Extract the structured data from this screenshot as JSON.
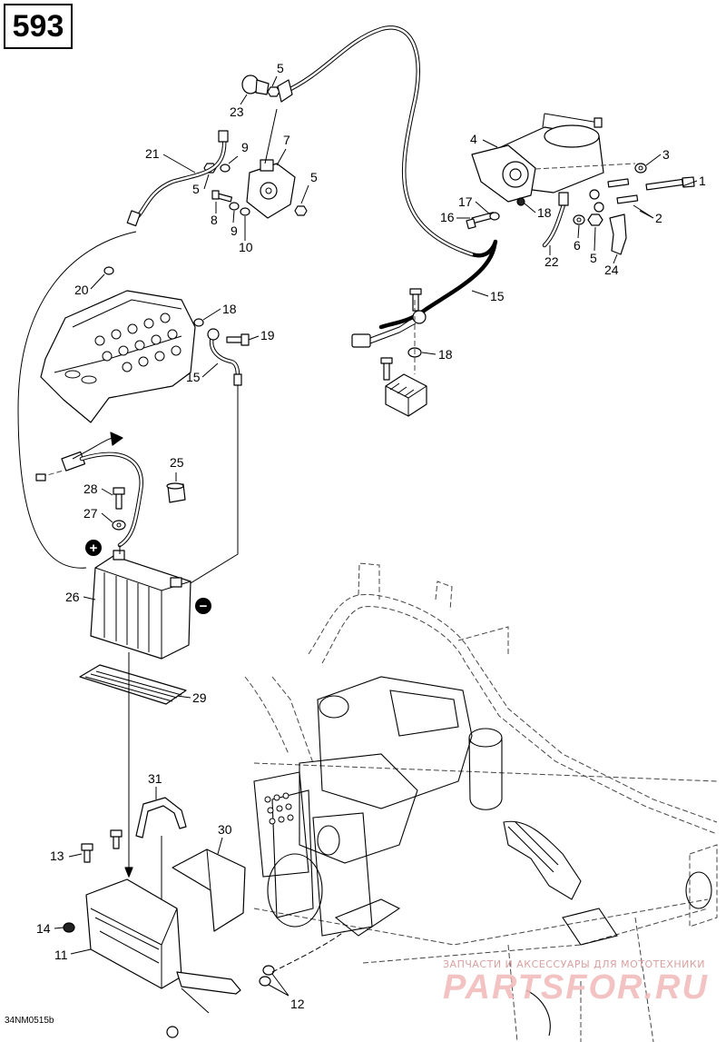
{
  "diagram": {
    "number": "593",
    "drawing_code": "34NM0515b",
    "callouts": [
      "1",
      "2",
      "3",
      "4",
      "5",
      "6",
      "7",
      "8",
      "9",
      "10",
      "11",
      "12",
      "13",
      "14",
      "15",
      "16",
      "17",
      "18",
      "19",
      "20",
      "21",
      "22",
      "23",
      "24",
      "25",
      "26",
      "27",
      "28",
      "29",
      "30",
      "31"
    ]
  },
  "watermark": {
    "top_text": "ЗАПЧАСТИ И АКСЕССУАРЫ ДЛЯ МОТОТЕХНИКИ",
    "logo_text": "PARTSFOR.RU"
  },
  "symbols": {
    "positive": "+",
    "negative": "−"
  }
}
